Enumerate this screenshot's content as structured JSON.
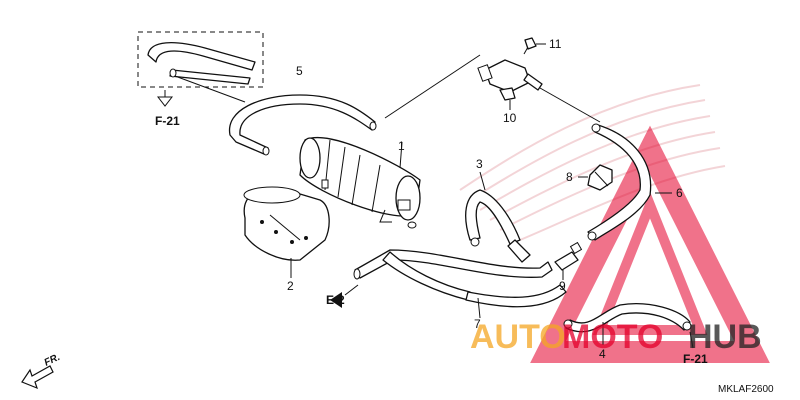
{
  "diagram_code": "MKLAF2600",
  "parts": [
    {
      "id": "1",
      "label": "1"
    },
    {
      "id": "2",
      "label": "2"
    },
    {
      "id": "3",
      "label": "3"
    },
    {
      "id": "4",
      "label": "4"
    },
    {
      "id": "5",
      "label": "5"
    },
    {
      "id": "6",
      "label": "6"
    },
    {
      "id": "7",
      "label": "7"
    },
    {
      "id": "8",
      "label": "8"
    },
    {
      "id": "9",
      "label": "9"
    },
    {
      "id": "10",
      "label": "10"
    },
    {
      "id": "11",
      "label": "11"
    }
  ],
  "references": {
    "f21_top": "F-21",
    "e2": "E-2",
    "f21_bottom": "F-21"
  },
  "front_indicator": "FR.",
  "watermark": {
    "text_auto": "AUTO",
    "text_moto": "MOTO",
    "text_hub": "HUB",
    "color_auto": "#f5a623",
    "color_moto": "#e4002b",
    "color_hub": "#222222"
  }
}
